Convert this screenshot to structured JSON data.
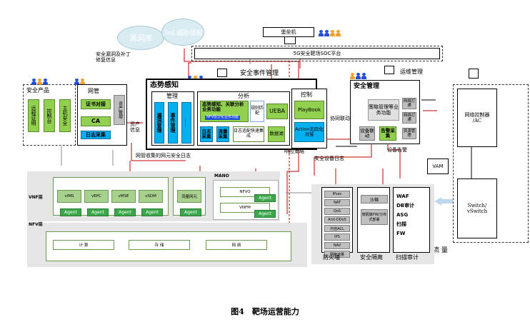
{
  "caption": "图4　靶场运营能力",
  "clouds": {
    "vuln_db": "漏洞库",
    "threat_intel": "3rd 威胁情报"
  },
  "bastion": "堡垒机",
  "soc_platform": "5G安全靶场SOC平台",
  "vuln_patch_label": "安全漏洞及补丁\n修复信息",
  "security_products": {
    "title": "安全产品",
    "items": [
      "远程证明",
      "控制台",
      "主机安全"
    ]
  },
  "network_mgmt": {
    "title": "网管",
    "items": [
      "证书对接",
      "CA",
      "日志采集"
    ],
    "side": "资产管理"
  },
  "asset_info_label": "资产信息",
  "security_event_mgmt": "安全事件管理",
  "situational_awareness": {
    "title": "态势感知",
    "management": {
      "title": "管理",
      "items": [
        "漏洞管理",
        "事件管理",
        "......"
      ]
    },
    "analysis": {
      "title": "分析",
      "main": "态势感知、关联分析业务功能",
      "sub": "NFV层次化业务功能",
      "items": [
        "规则匹配",
        "UEBA",
        "日志采集",
        "流量采集",
        "日志适配快速集成",
        "数据湖"
      ]
    },
    "control": {
      "title": "控制",
      "items": [
        "PlayBook",
        "Action无码化对接"
      ]
    }
  },
  "collab_label": "协同联动",
  "response_label": "响应策略",
  "ops_mgmt": "运维管理",
  "security_mgmt": {
    "title": "安全管理",
    "main": "策略管理等业务功能",
    "side": [
      "网络打通",
      "网络打通",
      "资源管理"
    ],
    "items": [
      "设备联动",
      "告警采集"
    ]
  },
  "device_alarm_label": "设备告警",
  "device_log_label": "安全设备日志",
  "nm_log_label": "网管收集的网元安全日志",
  "network_controller": "网络控制器\n/AC",
  "switch": "Switch/\nvSwitch",
  "vam": "VAM",
  "traffic_label": "流 量",
  "mano": {
    "title": "MANO",
    "nfvo": "NFVO",
    "vnfm": "VNFM",
    "agent": "Agent"
  },
  "vnf_layer": {
    "title": "VNF层",
    "items": [
      "vIMS",
      "vEPC",
      "vMSE",
      "vSDM"
    ],
    "extra": "流量网元",
    "agent": "Agent"
  },
  "nfv_layer": {
    "title": "NFV层",
    "items": [
      "计 算",
      "存 储",
      "网 络"
    ]
  },
  "firewall": {
    "title": "防火墙",
    "items": [
      "IPsec",
      "NAT",
      "QoS",
      "Anti-DDoS",
      "内容ACL",
      "IPS",
      "NAV",
      "网络流量"
    ]
  },
  "isolation": {
    "title": "安全隔离",
    "items": [
      "沙箱",
      "微隔离FW/分布式部署"
    ]
  },
  "scan_audit": {
    "title": "扫描审计",
    "items": [
      "WAF",
      "DB审计",
      "ASG",
      "扫描",
      "FW"
    ]
  },
  "colors": {
    "green": "#92d050",
    "blue": "#00b0f0",
    "red": "#c00000",
    "agent": "#3aa84a",
    "person_blue": "#1f4fd8",
    "person_orange": "#f0a030"
  }
}
